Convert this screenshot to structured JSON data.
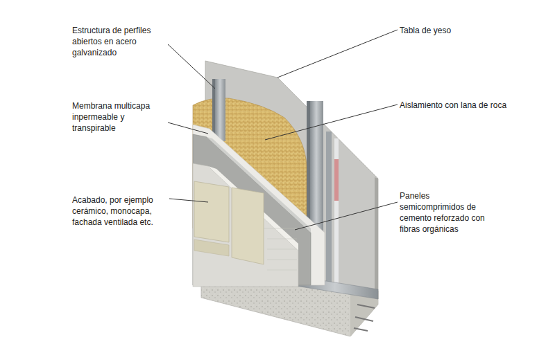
{
  "diagram": {
    "labels": [
      "Estructura de perfiles abiertos en acero galvanizado",
      "Tabla de yeso",
      "Membrana multicapa inpermeable y transpirable",
      "Aislamiento con lana de roca",
      "Acabado, por ejemplo cerámico, monocapa, fachada ventilada etc.",
      "Paneles semicomprimidos de cemento reforzado con fibras orgánicas"
    ]
  }
}
